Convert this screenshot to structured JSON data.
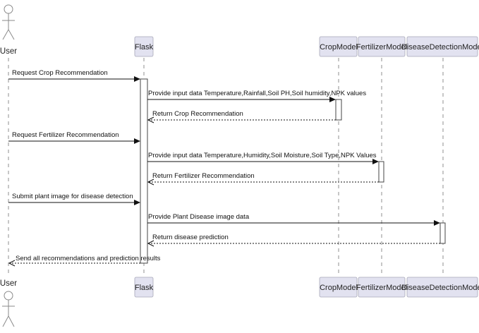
{
  "participants": {
    "user": "User",
    "flask": "Flask",
    "crop": "CropModel",
    "fert": "FertilizerModel",
    "disease": "DiseaseDetectionModel"
  },
  "messages": [
    {
      "text": "Request Crop Recommendation",
      "style": "sync"
    },
    {
      "text": "Provide input data Temperature,Rainfall,Soil PH,Soil humidity,NPK values",
      "style": "sync"
    },
    {
      "text": "Return Crop Recommendation",
      "style": "return"
    },
    {
      "text": "Request Fertilizer Recommendation",
      "style": "sync"
    },
    {
      "text": "Provide input data Temperature,Humidity,Soil Moisture,Soil Type,NPK Values",
      "style": "sync"
    },
    {
      "text": "Return Fertilizer Recommendation",
      "style": "return"
    },
    {
      "text": "Submit plant image for disease detection",
      "style": "sync"
    },
    {
      "text": "Provide Plant Disease image data",
      "style": "sync"
    },
    {
      "text": "Return disease prediction",
      "style": "return"
    },
    {
      "text": "Send all recommendations and prediction results",
      "style": "return"
    }
  ],
  "colors": {
    "participant_fill": "#e2e2f0",
    "participant_border": "#a8a8b8",
    "lifeline": "#8f8f8f",
    "arrow": "#111111"
  }
}
